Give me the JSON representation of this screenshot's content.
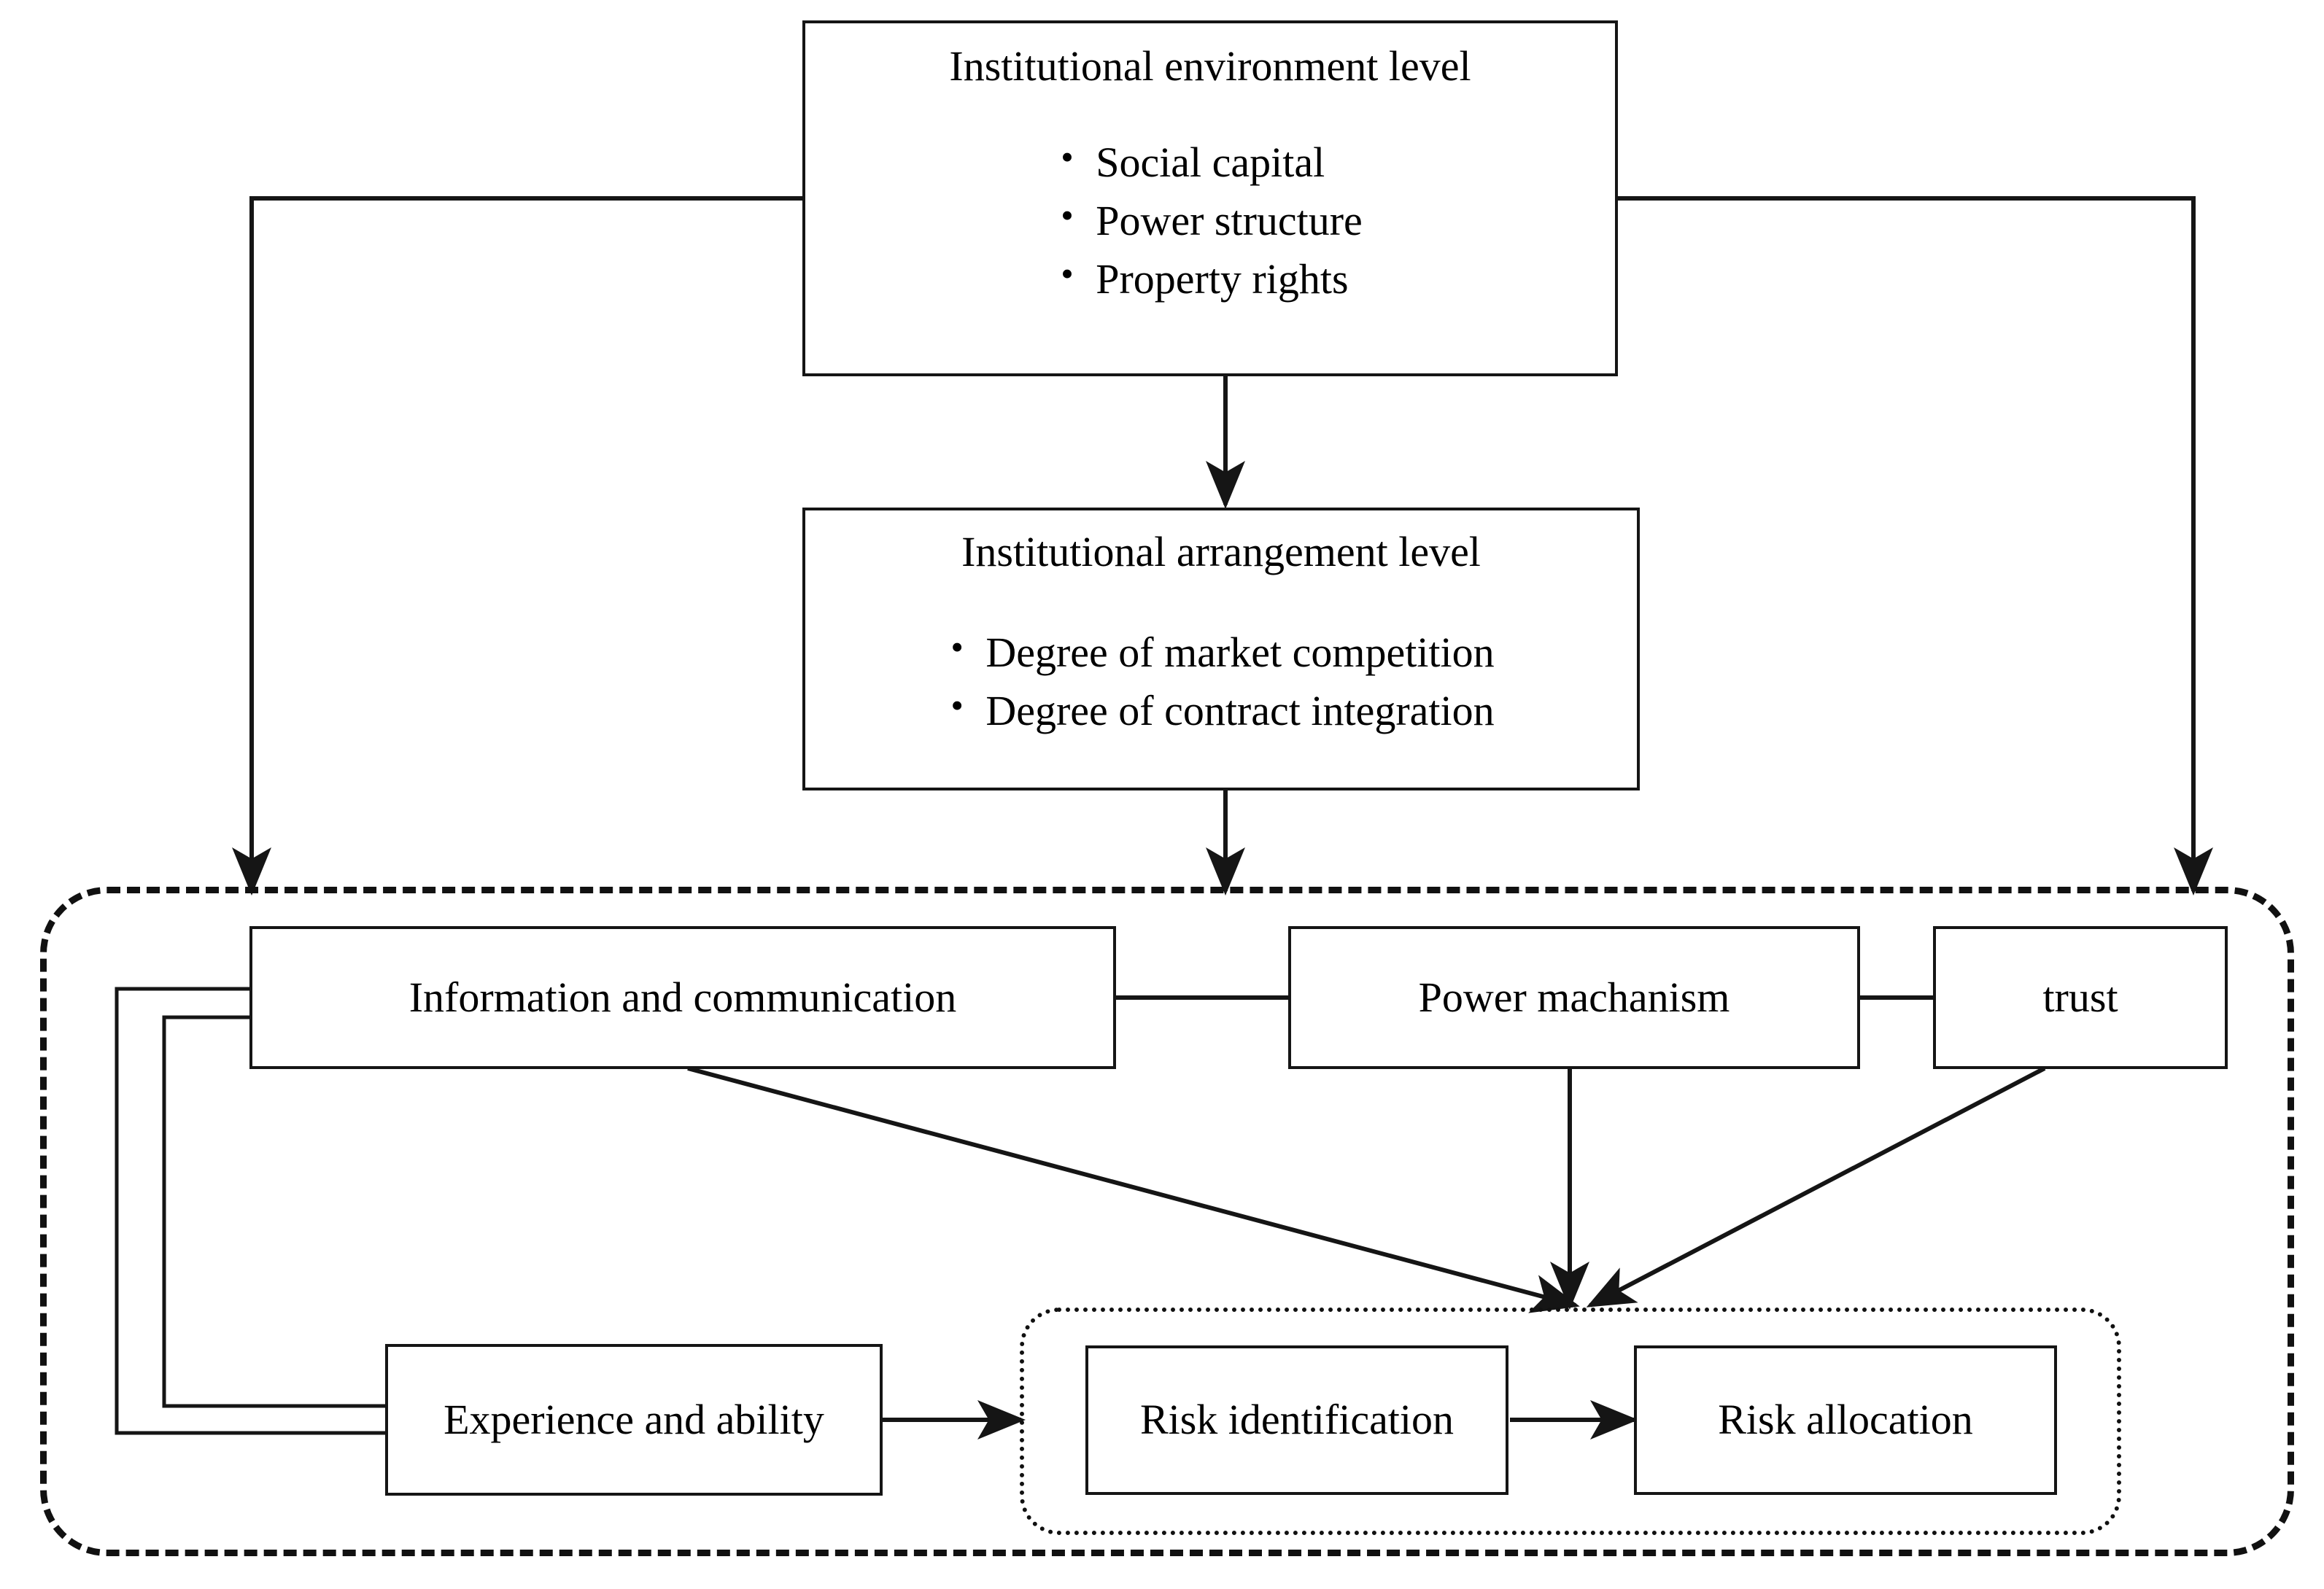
{
  "diagram": {
    "type": "flowchart",
    "nodes": {
      "institutional_environment": {
        "title": "Institutional environment level",
        "bullets": [
          "Social capital",
          "Power structure",
          "Property rights"
        ]
      },
      "institutional_arrangement": {
        "title": "Institutional arrangement level",
        "bullets": [
          "Degree of market competition",
          "Degree of contract integration"
        ]
      },
      "information_communication": {
        "label": "Information and communication"
      },
      "power_mechanism": {
        "label": "Power machanism"
      },
      "trust": {
        "label": "trust"
      },
      "experience_ability": {
        "label": "Experience and ability"
      },
      "risk_identification": {
        "label": "Risk identification"
      },
      "risk_allocation": {
        "label": "Risk allocation"
      }
    },
    "containers": {
      "outer_dashed": {
        "label": ""
      },
      "inner_dotted": {
        "label": ""
      }
    },
    "edges": [
      {
        "from": "institutional_environment",
        "to": "institutional_arrangement",
        "style": "solid-arrow"
      },
      {
        "from": "institutional_environment",
        "to": "outer_dashed",
        "style": "solid-arrow-left-branch"
      },
      {
        "from": "institutional_environment",
        "to": "outer_dashed",
        "style": "solid-arrow-right-branch"
      },
      {
        "from": "institutional_arrangement",
        "to": "outer_dashed",
        "style": "solid-arrow"
      },
      {
        "from": "information_communication",
        "to": "power_mechanism",
        "style": "solid-line"
      },
      {
        "from": "power_mechanism",
        "to": "trust",
        "style": "solid-line"
      },
      {
        "from": "information_communication",
        "to": "experience_ability",
        "style": "solid-bracket-double"
      },
      {
        "from": "information_communication",
        "to": "inner_dotted",
        "style": "solid-arrow-diagonal"
      },
      {
        "from": "power_mechanism",
        "to": "inner_dotted",
        "style": "solid-arrow-vertical"
      },
      {
        "from": "trust",
        "to": "inner_dotted",
        "style": "solid-arrow-diagonal"
      },
      {
        "from": "experience_ability",
        "to": "risk_identification",
        "style": "solid-arrow"
      },
      {
        "from": "risk_identification",
        "to": "risk_allocation",
        "style": "solid-arrow"
      }
    ],
    "colors": {
      "stroke": "#151515",
      "background": "#ffffff",
      "text": "#000000"
    }
  }
}
